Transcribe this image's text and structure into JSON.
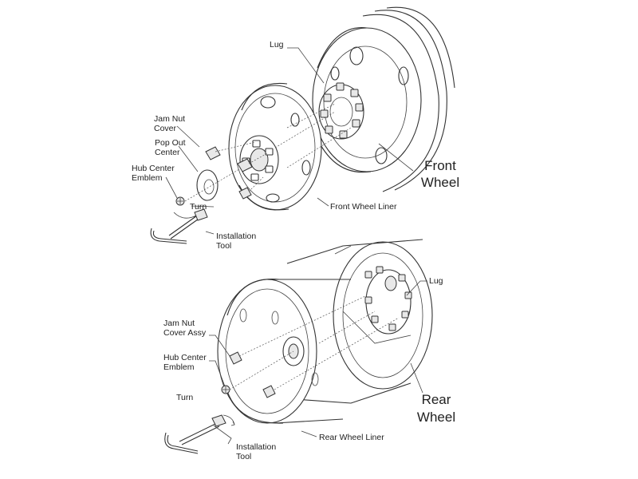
{
  "front": {
    "lug": "Lug",
    "jam_nut_cover_l1": "Jam Nut",
    "jam_nut_cover_l2": "Cover",
    "pop_out_l1": "Pop Out",
    "pop_out_l2": "Center",
    "hub_emblem_l1": "Hub Center",
    "hub_emblem_l2": "Emblem",
    "turn": "Turn",
    "tool_l1": "Installation",
    "tool_l2": "Tool",
    "liner": "Front Wheel Liner",
    "wheel_l1": "Front",
    "wheel_l2": "Wheel"
  },
  "rear": {
    "lug": "Lug",
    "jam_nut_l1": "Jam Nut",
    "jam_nut_l2": "Cover Assy",
    "hub_emblem_l1": "Hub Center",
    "hub_emblem_l2": "Emblem",
    "turn": "Turn",
    "tool_l1": "Installation",
    "tool_l2": "Tool",
    "liner": "Rear Wheel Liner",
    "wheel_l1": "Rear",
    "wheel_l2": "Wheel"
  }
}
